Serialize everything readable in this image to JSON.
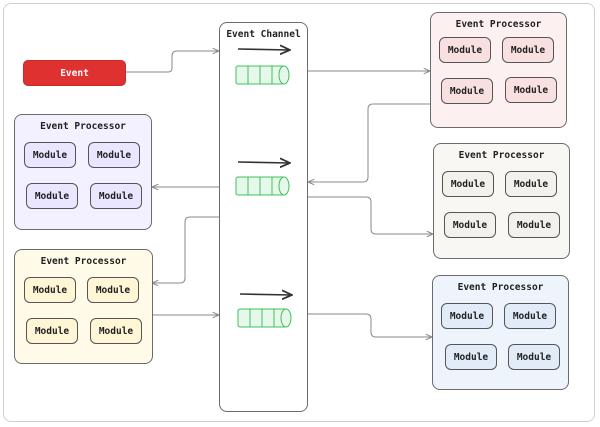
{
  "event": {
    "label": "Event"
  },
  "channel": {
    "title": "Event Channel"
  },
  "processors": [
    {
      "title": "Event Processor",
      "modules": [
        "Module",
        "Module",
        "Module",
        "Module"
      ],
      "fill": "#fdf0f0"
    },
    {
      "title": "Event Processor",
      "modules": [
        "Module",
        "Module",
        "Module",
        "Module"
      ],
      "fill": "#f3f0ff"
    },
    {
      "title": "Event Processor",
      "modules": [
        "Module",
        "Module",
        "Module",
        "Module"
      ],
      "fill": "#f8f7f4"
    },
    {
      "title": "Event Processor",
      "modules": [
        "Module",
        "Module",
        "Module",
        "Module"
      ],
      "fill": "#fffbe8"
    },
    {
      "title": "Event Processor",
      "modules": [
        "Module",
        "Module",
        "Module",
        "Module"
      ],
      "fill": "#eef4fb"
    }
  ],
  "colors": {
    "event": "#e03131",
    "queue": "#e6f7ec",
    "queue_stroke": "#40c057",
    "wire": "#8a8a8a"
  }
}
